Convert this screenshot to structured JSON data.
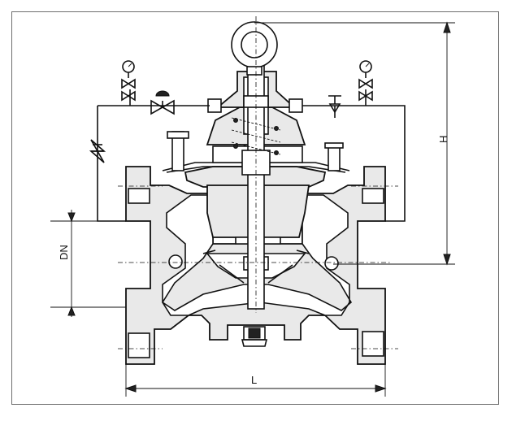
{
  "dimensions": {
    "height_label": "H",
    "nominal_diameter_label": "DN",
    "length_label": "L"
  }
}
